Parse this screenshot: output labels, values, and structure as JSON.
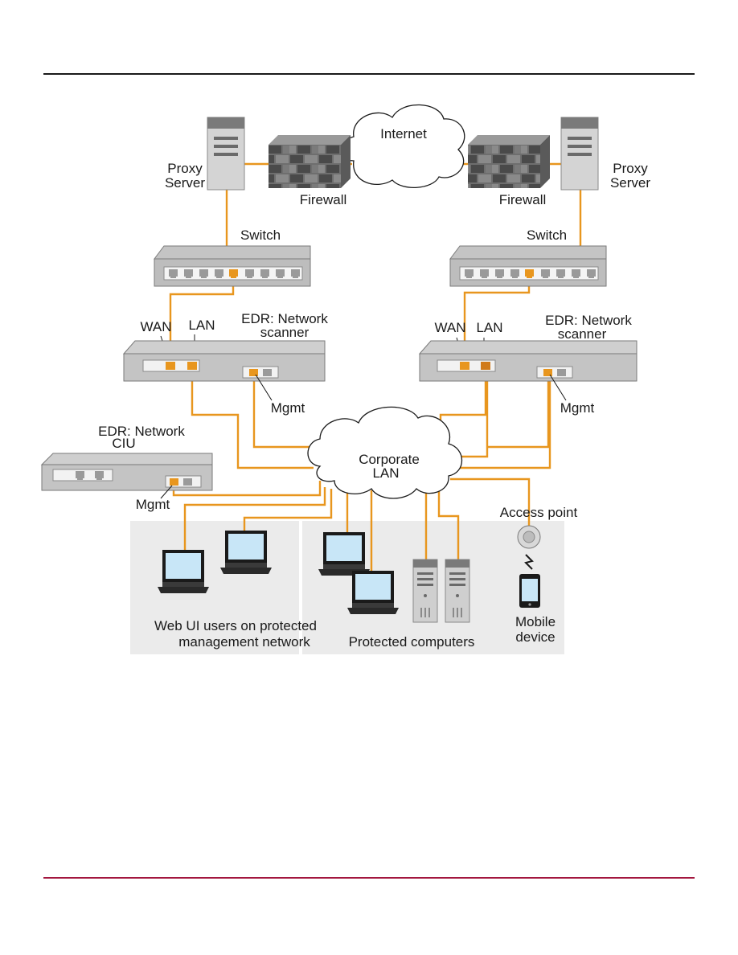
{
  "labels": {
    "internet": "Internet",
    "proxy_left_1": "Proxy",
    "proxy_left_2": "Server",
    "proxy_right_1": "Proxy",
    "proxy_right_2": "Server",
    "firewall_left": "Firewall",
    "firewall_right": "Firewall",
    "switch_left": "Switch",
    "switch_right": "Switch",
    "scanner_left_1": "EDR: Network",
    "scanner_left_2": "scanner",
    "scanner_right_1": "EDR: Network",
    "scanner_right_2": "scanner",
    "wan_left": "WAN",
    "lan_left": "LAN",
    "wan_right": "WAN",
    "lan_right": "LAN",
    "mgmt_left": "Mgmt",
    "mgmt_right": "Mgmt",
    "mgmt_ciu": "Mgmt",
    "ciu_1": "EDR: Network",
    "ciu_2": "CIU",
    "corporate_lan_1": "Corporate",
    "corporate_lan_2": "LAN",
    "access_point": "Access point",
    "web_ui_1": "Web UI users on protected",
    "web_ui_2": "management network",
    "protected_computers": "Protected computers",
    "mobile_1": "Mobile",
    "mobile_2": "device"
  },
  "colors": {
    "wire": "#e8961e",
    "top_rule": "#1a1a1a",
    "bottom_rule": "#a3173f",
    "zone_fill": "#ebebeb",
    "screen": "#c8e6f7"
  }
}
